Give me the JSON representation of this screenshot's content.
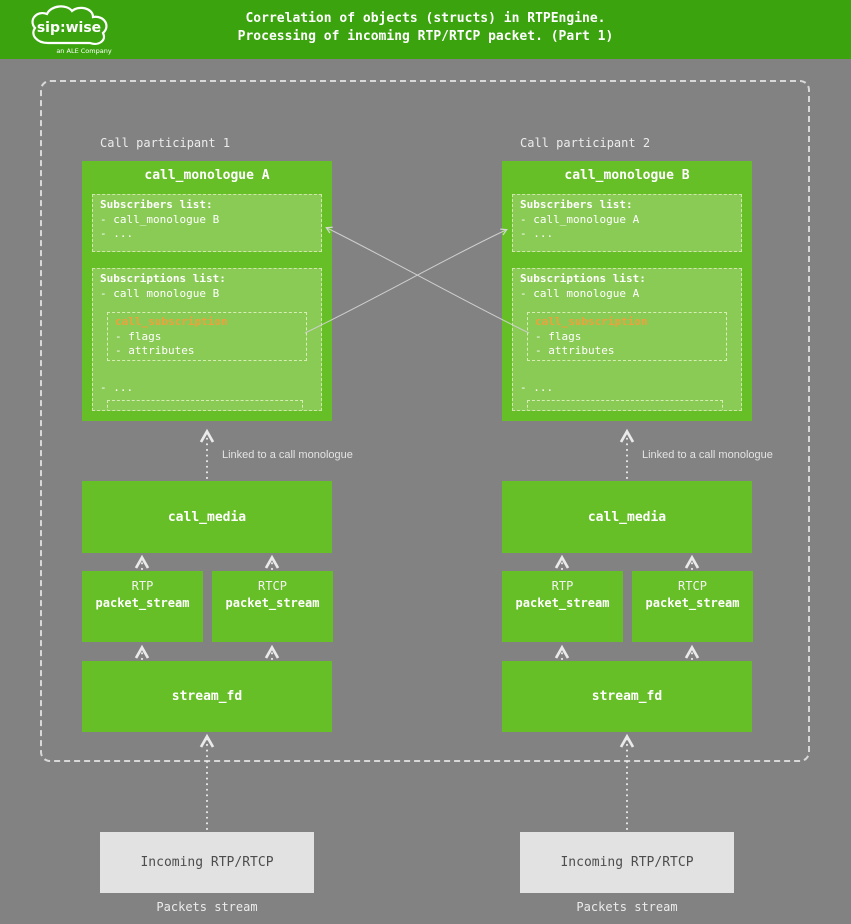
{
  "header": {
    "title_line1": "Correlation of objects (structs) in RTPEngine.",
    "title_line2": "Processing of incoming RTP/RTCP packet. (Part 1)",
    "logo": {
      "brand": "sip:wise",
      "tagline": "an ALE Company"
    }
  },
  "colors": {
    "header_green": "#3aa30e",
    "box_green": "#67bf27",
    "inner_box_green": "#8acb55",
    "subscription_accent_orange": "#eea13c",
    "background_gray": "#828282",
    "incoming_box_gray": "#e2e2e2"
  },
  "participants": [
    {
      "label": "Call participant 1",
      "monologue": {
        "title": "call_monologue A",
        "subscribers": {
          "title": "Subscribers list:",
          "items": [
            "- call_monologue B",
            "- ..."
          ]
        },
        "subscriptions": {
          "title": "Subscriptions list:",
          "item": "- call monologue B",
          "subscription": {
            "title": "call_subscription",
            "flags": "- flags",
            "attributes": "- attributes"
          },
          "more": "- ..."
        }
      },
      "linked_label": "Linked to a call monologue",
      "call_media": "call_media",
      "streams": [
        {
          "protocol": "RTP",
          "label": "packet_stream"
        },
        {
          "protocol": "RTCP",
          "label": "packet_stream"
        }
      ],
      "stream_fd": "stream_fd",
      "incoming": "Incoming RTP/RTCP",
      "packets_label": "Packets stream"
    },
    {
      "label": "Call participant 2",
      "monologue": {
        "title": "call_monologue B",
        "subscribers": {
          "title": "Subscribers list:",
          "items": [
            "- call_monologue A",
            "- ..."
          ]
        },
        "subscriptions": {
          "title": "Subscriptions list:",
          "item": "- call monologue A",
          "subscription": {
            "title": "call_subscription",
            "flags": "- flags",
            "attributes": "- attributes"
          },
          "more": "- ..."
        }
      },
      "linked_label": "Linked to a call monologue",
      "call_media": "call_media",
      "streams": [
        {
          "protocol": "RTP",
          "label": "packet_stream"
        },
        {
          "protocol": "RTCP",
          "label": "packet_stream"
        }
      ],
      "stream_fd": "stream_fd",
      "incoming": "Incoming RTP/RTCP",
      "packets_label": "Packets stream"
    }
  ]
}
